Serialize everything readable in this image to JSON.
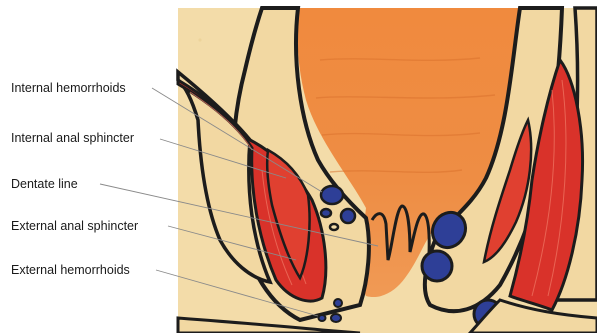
{
  "labels": {
    "internal_hemorrhoids": "Internal hemorrhoids",
    "internal_anal_sphincter": "Internal anal sphincter",
    "dentate_line": "Dentate line",
    "external_anal_sphincter": "External anal sphincter",
    "external_hemorrhoids": "External hemorrhoids"
  },
  "colors": {
    "background": "#f3dca9",
    "rectum": "#ee8a3c",
    "muscle": "#d9322a",
    "vein": "#2e3f97",
    "outline": "#1c1c1c",
    "leader_line": "#8a8a8a"
  }
}
